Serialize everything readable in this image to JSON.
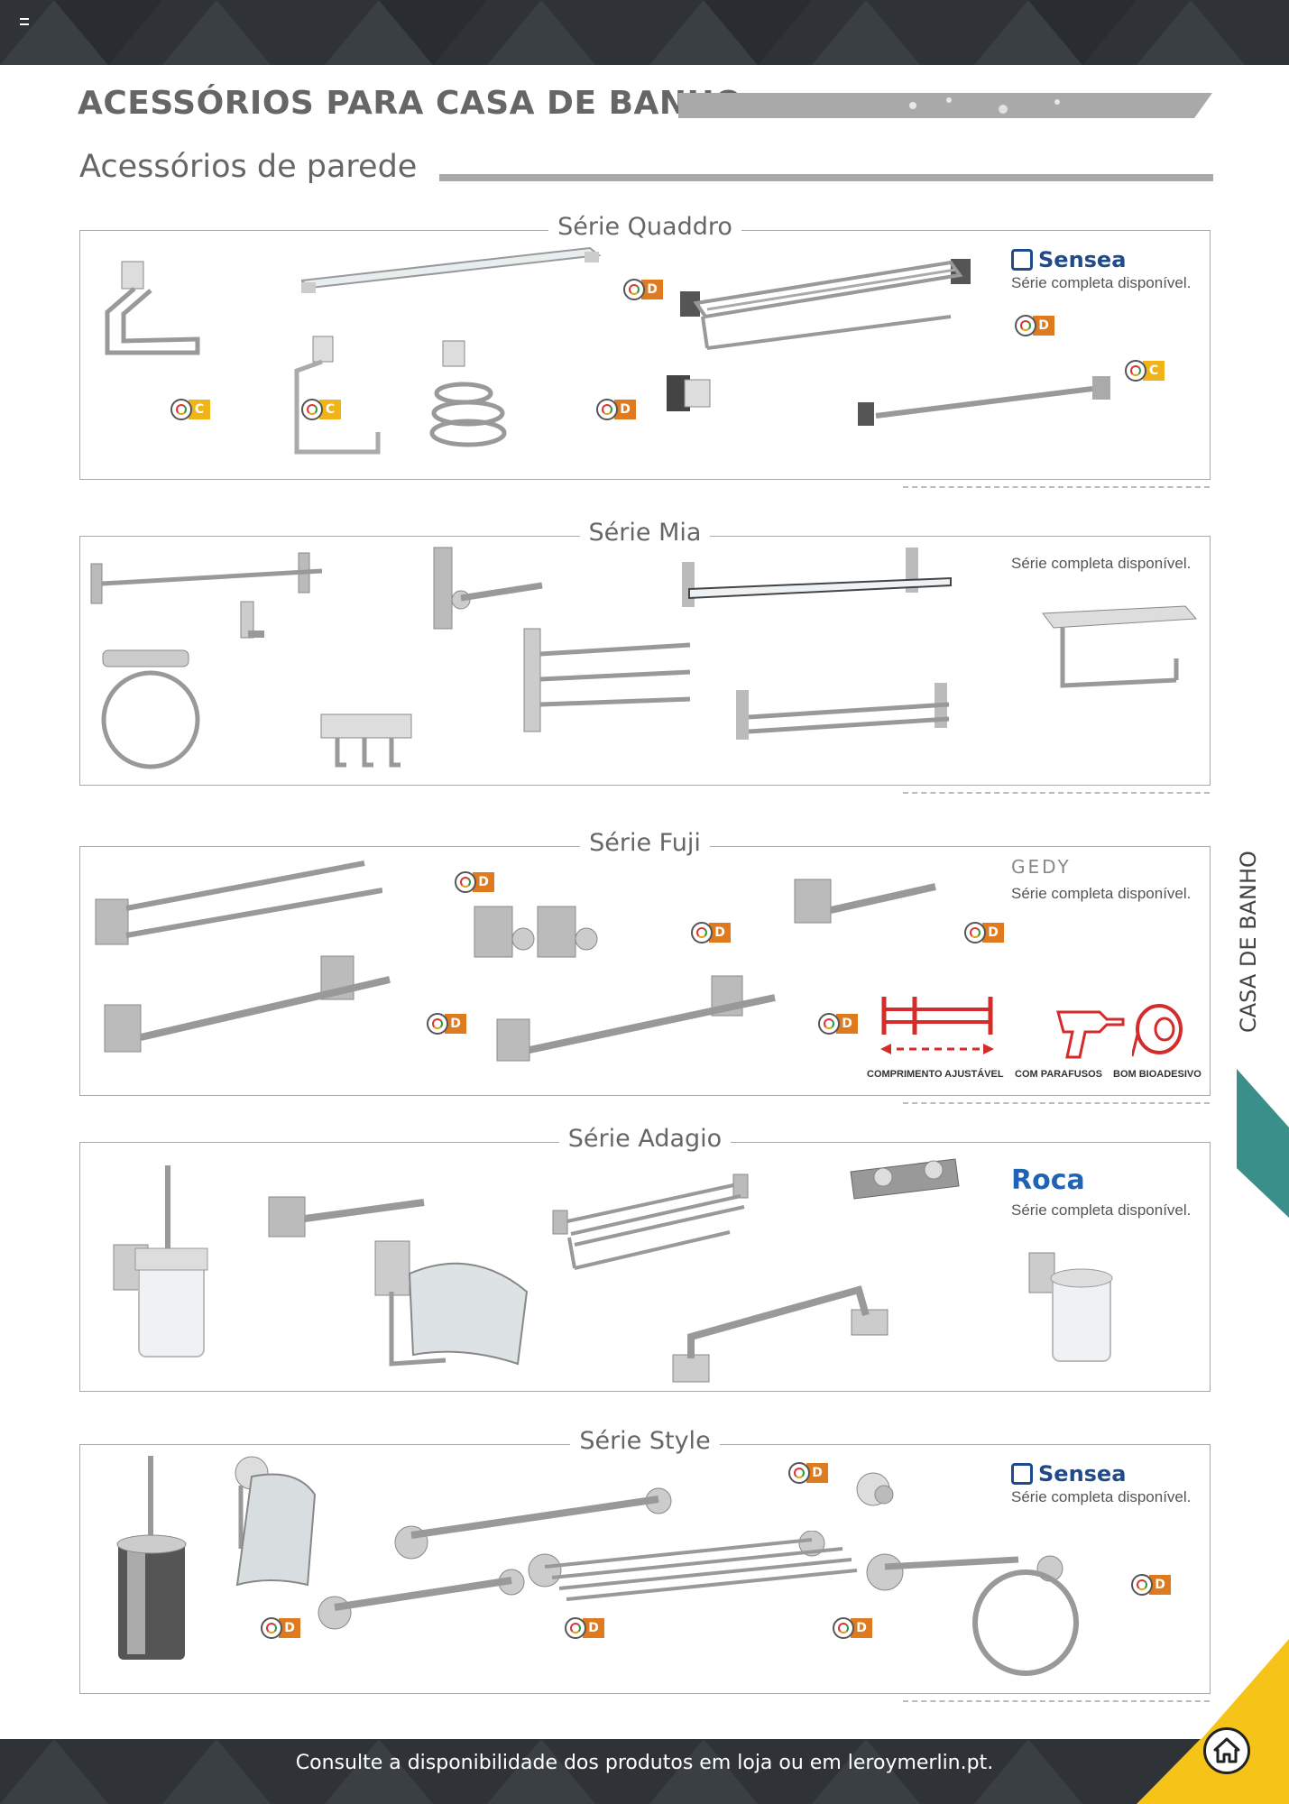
{
  "header": {
    "title": "ACESSÓRIOS PARA CASA DE BANHO",
    "subtitle": "Acessórios de parede"
  },
  "colors": {
    "band": "#2f3337",
    "eco_c": "#f0b419",
    "eco_d": "#e07a1f",
    "teal": "#3b8f8a",
    "yellow": "#f6c418",
    "red": "#d42b2b"
  },
  "series": [
    {
      "title": "Série Quaddro",
      "brand": "Sensea",
      "note": "Série completa disponível."
    },
    {
      "title": "Série Mia",
      "brand": "",
      "note": "Série completa disponível."
    },
    {
      "title": "Série Fuji",
      "brand": "GEDY",
      "note": "Série completa disponível."
    },
    {
      "title": "Série Adagio",
      "brand": "Roca",
      "note": "Série completa disponível."
    },
    {
      "title": "Série Style",
      "brand": "Sensea",
      "note": "Série completa disponível."
    }
  ],
  "eco": {
    "c": "C",
    "d": "D"
  },
  "features": {
    "length": "COMPRIMENTO AJUSTÁVEL",
    "screws": "COM PARAFUSOS",
    "adhesive": "BOM BIOADESIVO"
  },
  "side_tab": "CASA DE BANHO",
  "footer": "Consulte a disponibilidade dos produtos em loja ou em leroymerlin.pt.",
  "icons": [
    "menu-icon",
    "home-icon",
    "drill-icon",
    "tape-icon",
    "length-icon",
    "eco-energy-icon"
  ]
}
